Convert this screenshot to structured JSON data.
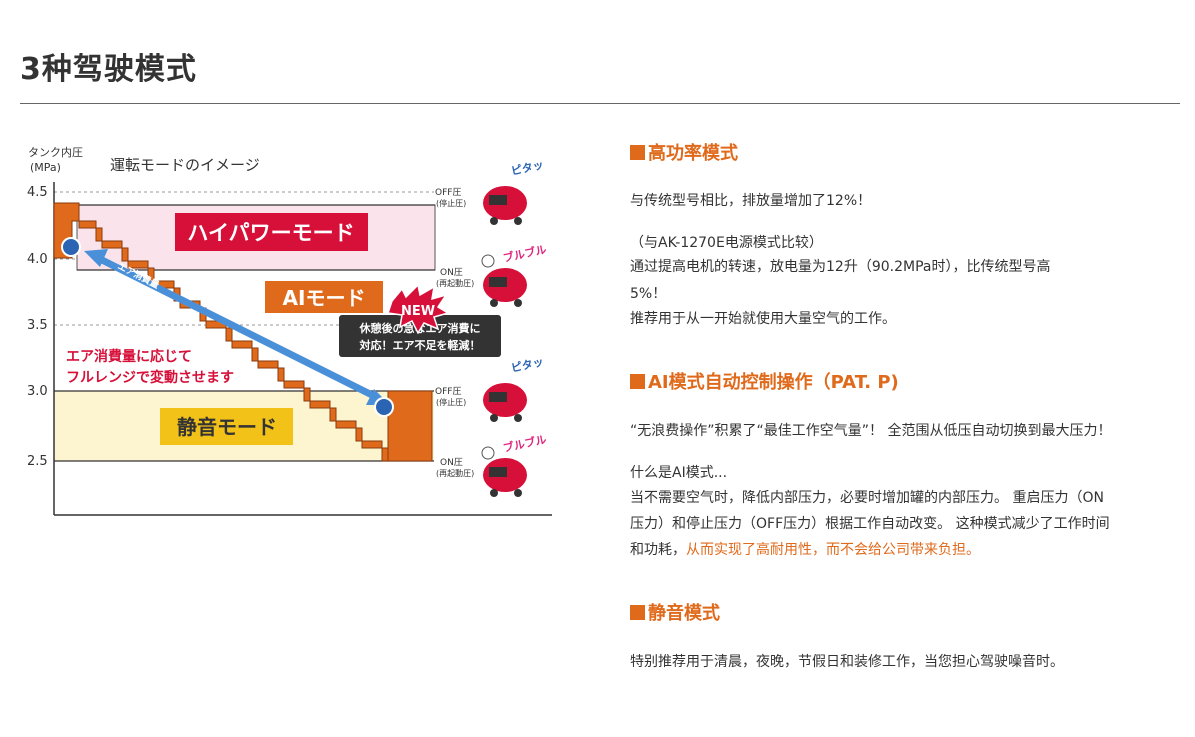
{
  "page": {
    "title": "3种驾驶模式"
  },
  "diagram": {
    "y_axis_label_1": "タンク内圧",
    "y_axis_label_2": "(MPa)",
    "caption": "運転モードのイメージ",
    "y_ticks": [
      "4.5",
      "4.0",
      "3.5",
      "3.0",
      "2.5"
    ],
    "high_mode_label": "ハイパワーモード",
    "ai_mode_label": "AIモード",
    "quiet_mode_label": "静音モード",
    "new_badge": "NEW",
    "ai_note_line1": "休憩後の急なエア消費に",
    "ai_note_line2": "対応！エア不足を軽減！",
    "red_note_line1": "エア消費量に応じて",
    "red_note_line2": "フルレンジで変動させます",
    "arrow_label": "エア消費量",
    "off_label": "OFF圧",
    "off_sub": "(停止圧)",
    "on_label": "ON圧",
    "on_sub": "(再起動圧)",
    "sound_pita": "ピタッ",
    "sound_puru": "ブルブル",
    "colors": {
      "orange": "#e06a1b",
      "pink": "#fbe3ec",
      "cream": "#fdf5d0",
      "red": "#d7103a"
    }
  },
  "sections": [
    {
      "title": "高功率模式",
      "lines": [
        "与传统型号相比，排放量增加了12%！"
      ],
      "lines2": [
        "（与AK-1270E电源模式比较）",
        "通过提高电机的转速，放电量为12升（90.2MPa时），比传统型号高",
        "5%！",
        "推荐用于从一开始就使用大量空气的工作。"
      ]
    },
    {
      "title": "AI模式自动控制操作（PAT. P)",
      "lines": [
        "“无浪费操作”积累了“最佳工作空气量”！ 全范围从低压自动切换到最大压力！"
      ],
      "lines2": [
        "什么是AI模式...",
        "当不需要空气时，降低内部压力，必要时增加罐的内部压力。 重启压力（ON",
        "压力）和停止压力（OFF压力）根据工作自动改变。 这种模式减少了工作时间"
      ],
      "last_plain": "和功耗，",
      "last_highlight": "从而实现了高耐用性，而不会给公司带来负担。"
    },
    {
      "title": "静音模式",
      "lines": [
        "特别推荐用于清晨，夜晚，节假日和装修工作，当您担心驾驶噪音时。"
      ]
    }
  ]
}
